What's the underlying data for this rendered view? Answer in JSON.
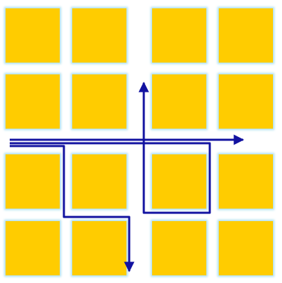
{
  "diagram": {
    "kind": "city-block grid with route paths",
    "block_rows": 4,
    "block_columns": 4,
    "block_count": 16,
    "colors": {
      "background": "#ffffff",
      "block_fill": "#ffcc00",
      "block_edge": "#aee0ef",
      "route_stroke": "#1212a0"
    },
    "routes": [
      {
        "id": "eastbound-arrow",
        "direction": "east",
        "has_arrowhead": true
      },
      {
        "id": "southbound-arrow",
        "direction": "south",
        "has_arrowhead": true
      },
      {
        "id": "northbound-arrow",
        "direction": "north",
        "has_arrowhead": true
      },
      {
        "id": "loop-route",
        "direction": "closed loop",
        "has_arrowhead": false
      }
    ]
  }
}
